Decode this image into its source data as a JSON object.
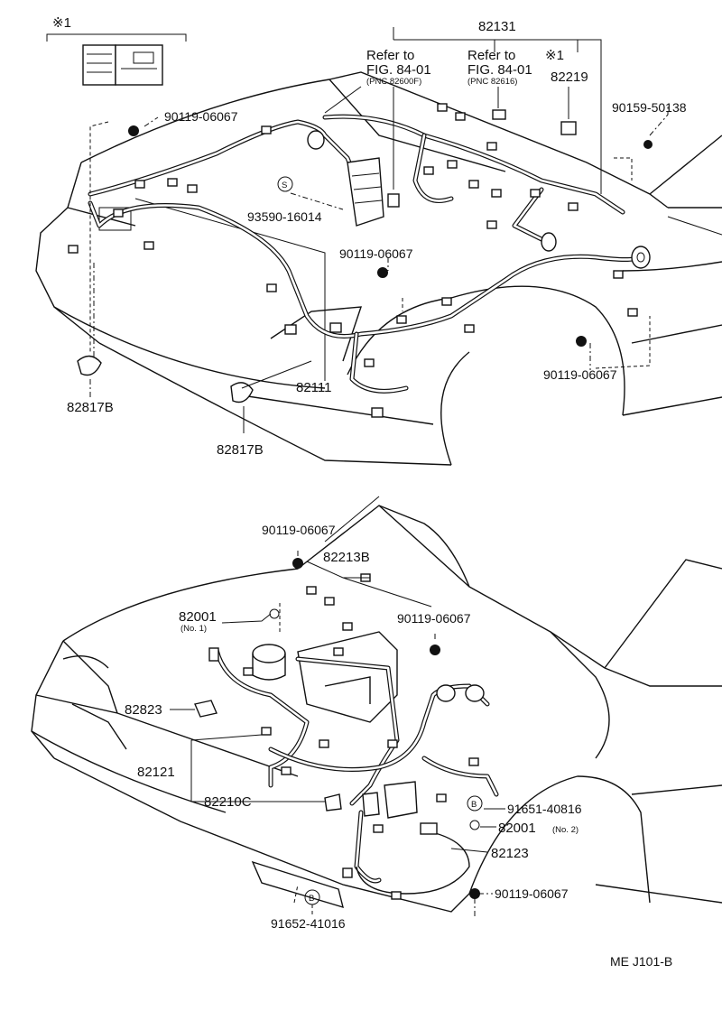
{
  "top_diagram": {
    "note_mark": "※1",
    "callouts": {
      "p82131": "82131",
      "refer_a_line1": "Refer to",
      "refer_a_line2": "FIG. 84-01",
      "refer_a_pnc": "(PNC 82600F)",
      "refer_b_line1": "Refer to",
      "refer_b_line2": "FIG. 84-01",
      "refer_b_pnc": "(PNC 82616)",
      "note_mark_b": "※1",
      "p82219": "82219",
      "p90159": "90159-50138",
      "p90119_a": "90119-06067",
      "p93590": "93590-16014",
      "p90119_b": "90119-06067",
      "p90119_c": "90119-06067",
      "p82111": "82111",
      "p82817_a": "82817B",
      "p82817_b": "82817B",
      "s_mark": "S"
    }
  },
  "bottom_diagram": {
    "callouts": {
      "p90119_d": "90119-06067",
      "p82213": "82213B",
      "p82001_a": "82001",
      "p82001_a_sub": "(No. 1)",
      "p90119_e": "90119-06067",
      "p82823": "82823",
      "p82121": "82121",
      "p82210": "82210C",
      "p91651": "91651-40816",
      "p82001_b": "82001",
      "p82001_b_sub": "(No. 2)",
      "p82123": "82123",
      "p90119_f": "90119-06067",
      "p91652": "91652-41016",
      "b_mark_a": "B",
      "b_mark_b": "B"
    }
  },
  "footer_code": "ME  J101-B"
}
